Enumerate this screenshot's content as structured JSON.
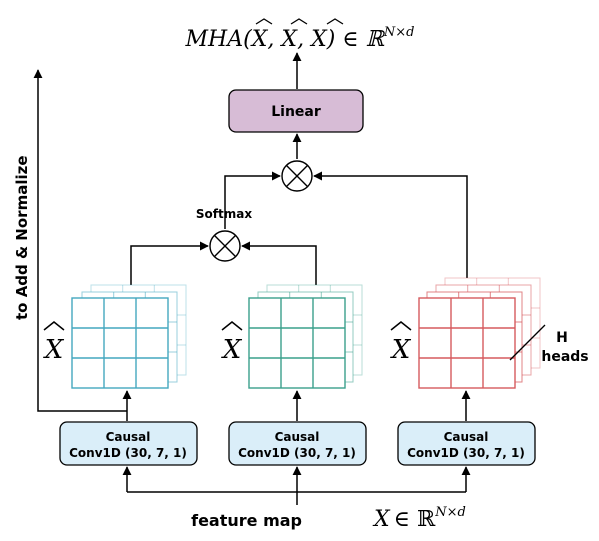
{
  "output": {
    "prefix": "MHA(",
    "x": "X",
    "sep": ", ",
    "suffix": ") ∈ ℝ",
    "sup": "N×d"
  },
  "linear": {
    "label": "Linear",
    "color": "#d7bcd6"
  },
  "softmax": {
    "label": "Softmax"
  },
  "side_label": "to Add & Normalize",
  "xhat": {
    "symbol": "X"
  },
  "conv": {
    "line1": "Causal",
    "line2": "Conv1D (30, 7, 1)",
    "color": "#daeef9"
  },
  "heads": {
    "line1": "H",
    "line2": "heads"
  },
  "input": {
    "label": "feature map",
    "x": "X",
    "rel": "∈ ℝ",
    "sup": "N×d"
  },
  "colors": {
    "grid_left": "#44a7bf",
    "grid_mid": "#3aa08c",
    "grid_right": "#d65a5e"
  }
}
